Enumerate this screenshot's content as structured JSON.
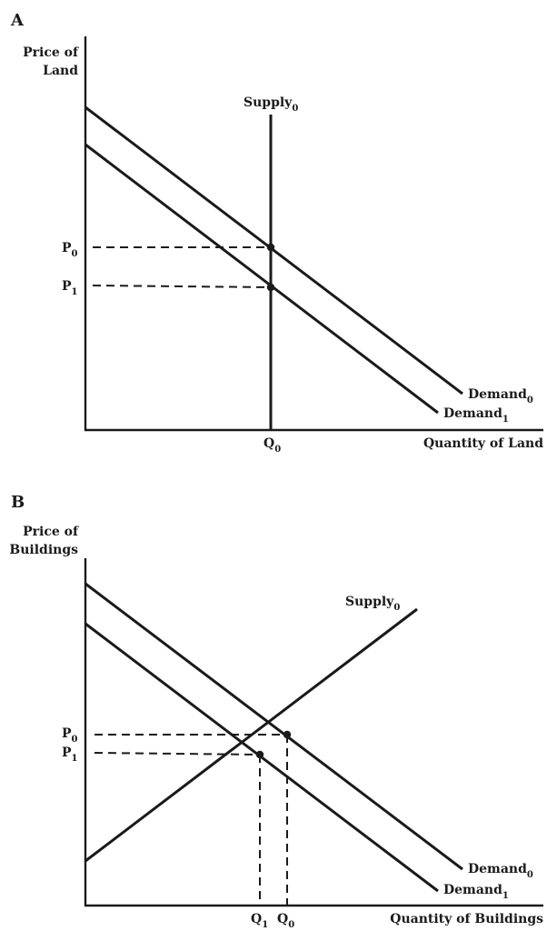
{
  "panels": {
    "a": {
      "letter": "A",
      "y_label_1": "Price of",
      "y_label_2": "Land",
      "x_label": "Quantity of Land",
      "supply_label": "Supply",
      "supply_sub": "0",
      "demand0_label": "Demand",
      "demand0_sub": "0",
      "demand1_label": "Demand",
      "demand1_sub": "1",
      "p0_label": "P",
      "p0_sub": "0",
      "p1_label": "P",
      "p1_sub": "1",
      "q0_label": "Q",
      "q0_sub": "0"
    },
    "b": {
      "letter": "B",
      "y_label_1": "Price of",
      "y_label_2": "Buildings",
      "x_label": "Quantity of Buildings",
      "supply_label": "Supply",
      "supply_sub": "0",
      "demand0_label": "Demand",
      "demand0_sub": "0",
      "demand1_label": "Demand",
      "demand1_sub": "1",
      "p0_label": "P",
      "p0_sub": "0",
      "p1_label": "P",
      "p1_sub": "1",
      "q1_label": "Q",
      "q1_sub": "1",
      "q0_label": "Q",
      "q0_sub": "0"
    }
  }
}
